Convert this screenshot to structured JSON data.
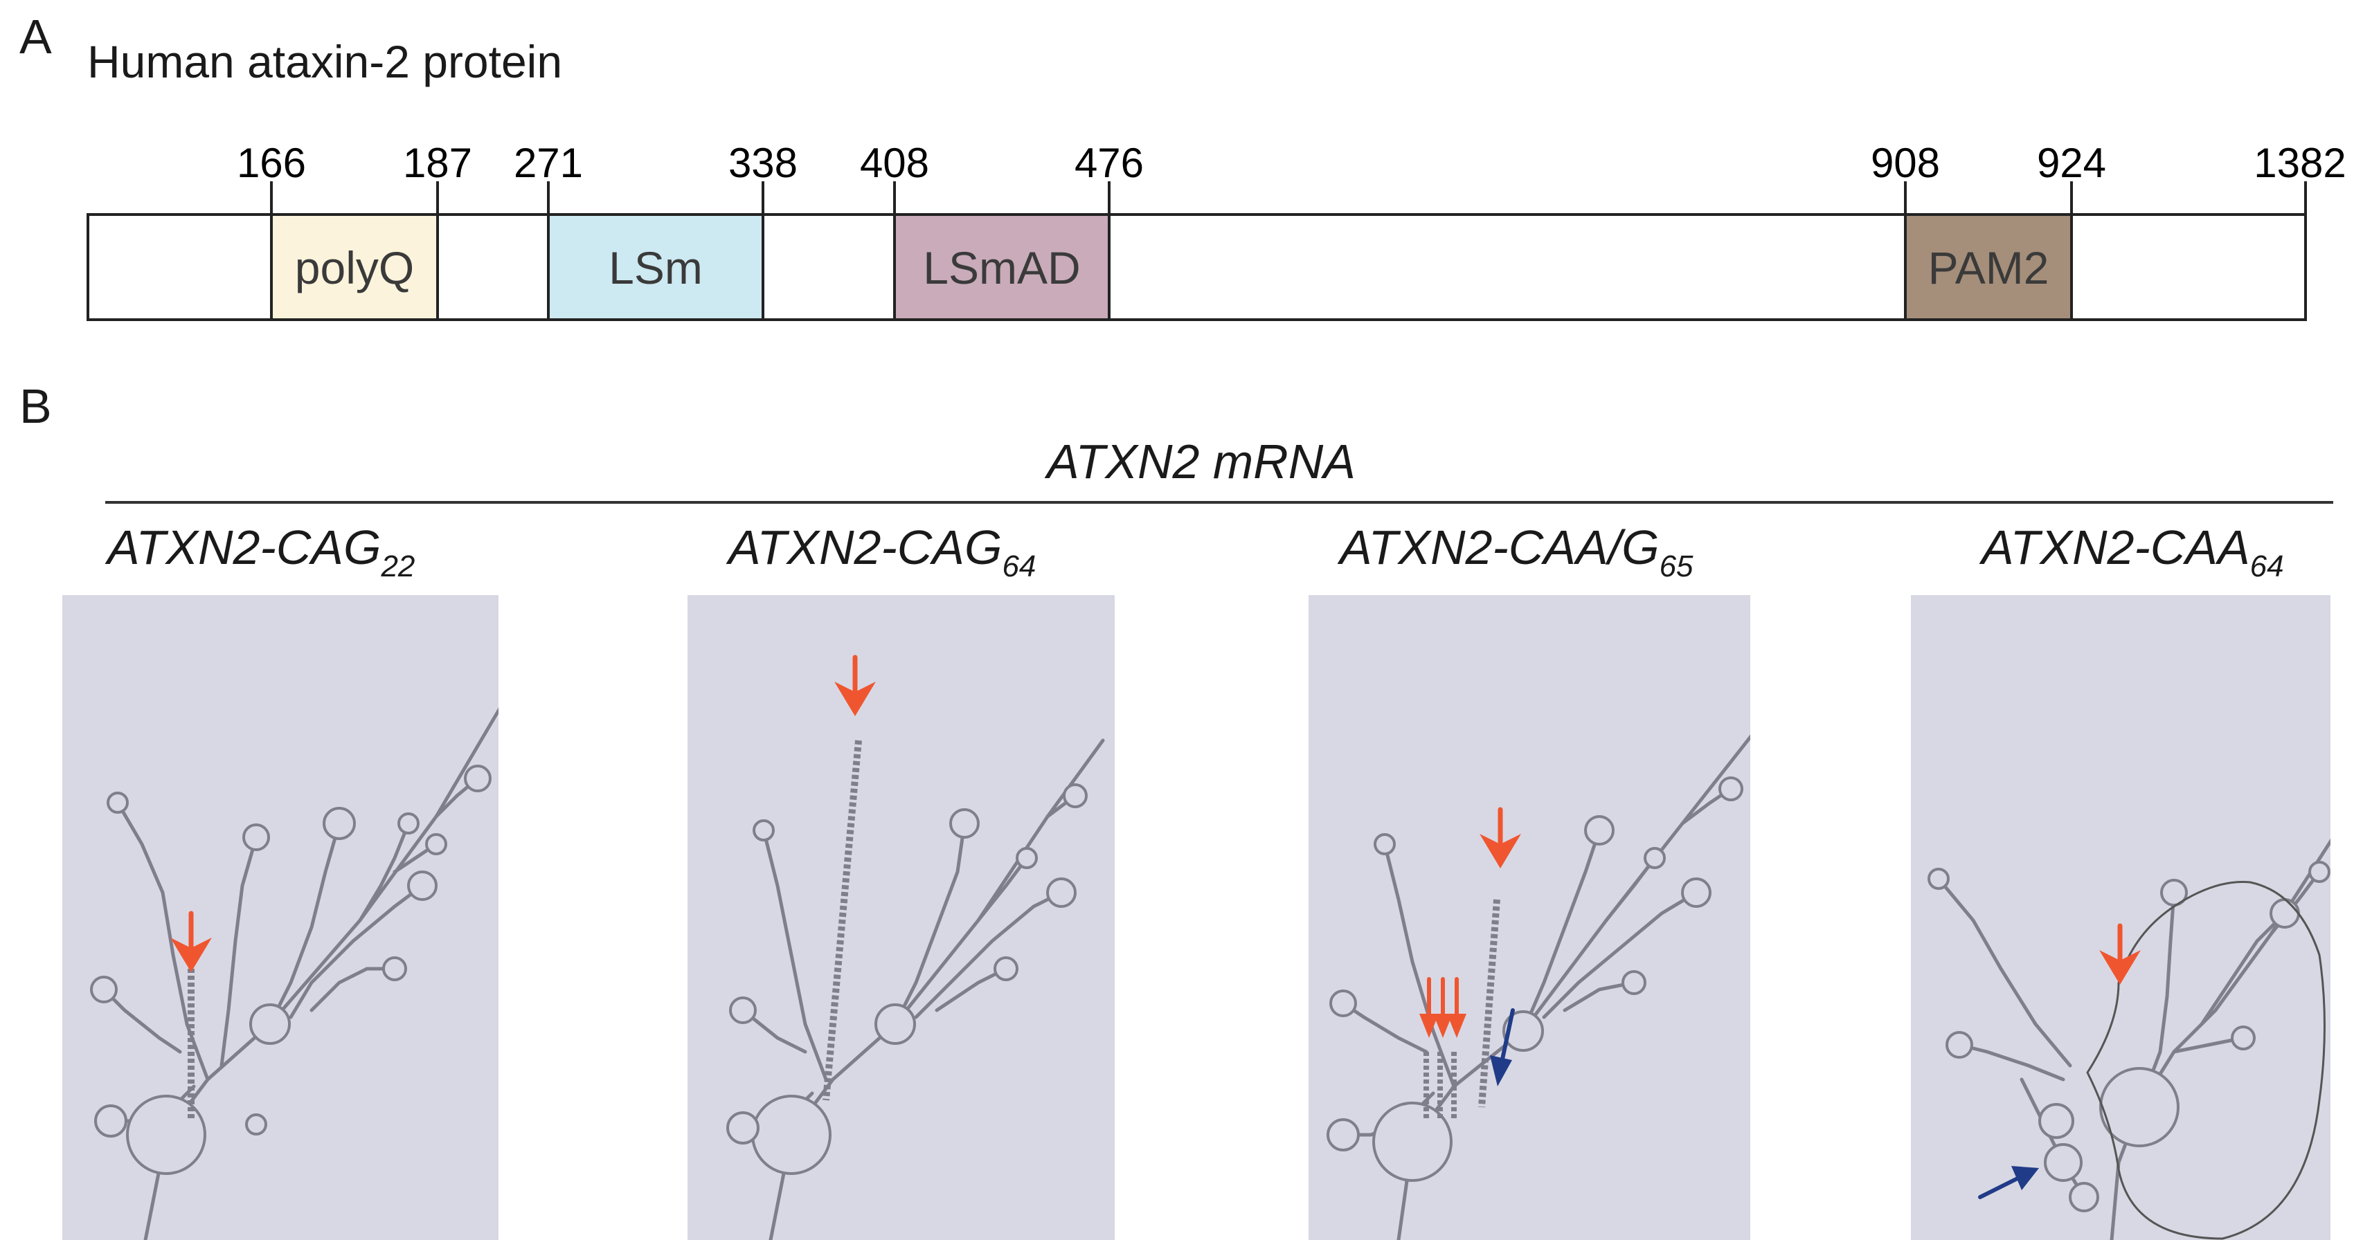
{
  "panel_a": {
    "letter": "A",
    "title": "Human ataxin-2 protein",
    "length": 1382,
    "positions": [
      "166",
      "187",
      "271",
      "338",
      "408",
      "476",
      "908",
      "924",
      "1382"
    ],
    "domains": [
      {
        "label": "polyQ",
        "start": 166,
        "end": 187,
        "color": "#fbf3dc"
      },
      {
        "label": "LSm",
        "start": 271,
        "end": 338,
        "color": "#cde9f1"
      },
      {
        "label": "LSmAD",
        "start": 408,
        "end": 476,
        "color": "#c9abb9"
      },
      {
        "label": "PAM2",
        "start": 908,
        "end": 924,
        "color": "#a58e7a"
      }
    ]
  },
  "panel_b": {
    "letter": "B",
    "title": "ATXN2 mRNA",
    "panels": [
      {
        "name": "ATXN2-CAG",
        "subscript": "22"
      },
      {
        "name": "ATXN2-CAG",
        "subscript": "64"
      },
      {
        "name": "ATXN2-CAA/G",
        "subscript": "65"
      },
      {
        "name": "ATXN2-CAA",
        "subscript": "64"
      }
    ],
    "arrow_colors": {
      "red": "#ef5630",
      "blue": "#203c88"
    }
  }
}
